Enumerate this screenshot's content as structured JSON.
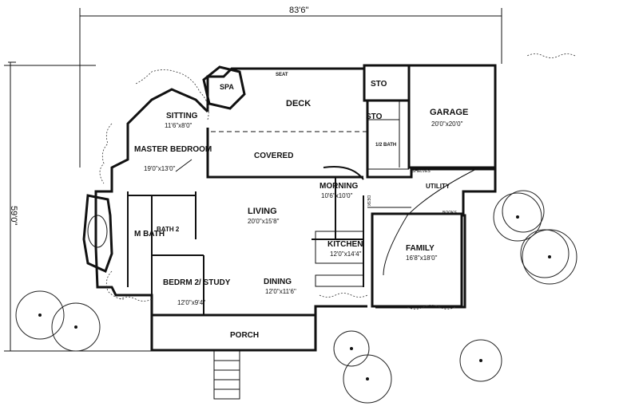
{
  "overall_width": "83'6\"",
  "overall_depth": "59'0\"",
  "rooms": {
    "deck": {
      "name": "DECK"
    },
    "spa": {
      "name": "SPA"
    },
    "seat": {
      "name": "SEAT"
    },
    "sto1": {
      "name": "STO"
    },
    "sto2": {
      "name": "STO"
    },
    "garage": {
      "name": "GARAGE",
      "size": "20'0\"x20'0\""
    },
    "half_bath": {
      "name": "1/2 BATH"
    },
    "sitting": {
      "name": "SITTING",
      "size": "11'6\"x8'0\""
    },
    "covered": {
      "name": "COVERED"
    },
    "master": {
      "name": "MASTER BEDROOM",
      "size": "19'0\"x13'0\""
    },
    "shelves": {
      "name": "SHELVES"
    },
    "utility": {
      "name": "UTILITY"
    },
    "morning": {
      "name": "MORNING",
      "size": "10'6\"x10'0\""
    },
    "desk": {
      "name": "DESK"
    },
    "books": {
      "name": "BOOKS"
    },
    "living": {
      "name": "LIVING",
      "size": "20'0\"x15'8\""
    },
    "bath2": {
      "name": "BATH 2"
    },
    "m_bath": {
      "name": "M BATH"
    },
    "kitchen": {
      "name": "KITCHEN",
      "size": "12'0\"x14'4\""
    },
    "family": {
      "name": "FAMILY",
      "size": "16'8\"x18'0\""
    },
    "bedrm2": {
      "name": "BEDRM 2/ STUDY",
      "size": "12'0\"x9'4\""
    },
    "dining": {
      "name": "DINING",
      "size": "12'0\"x11'6\""
    },
    "porch": {
      "name": "PORCH"
    }
  },
  "note": "Plan image is mirrored as shown in the source."
}
